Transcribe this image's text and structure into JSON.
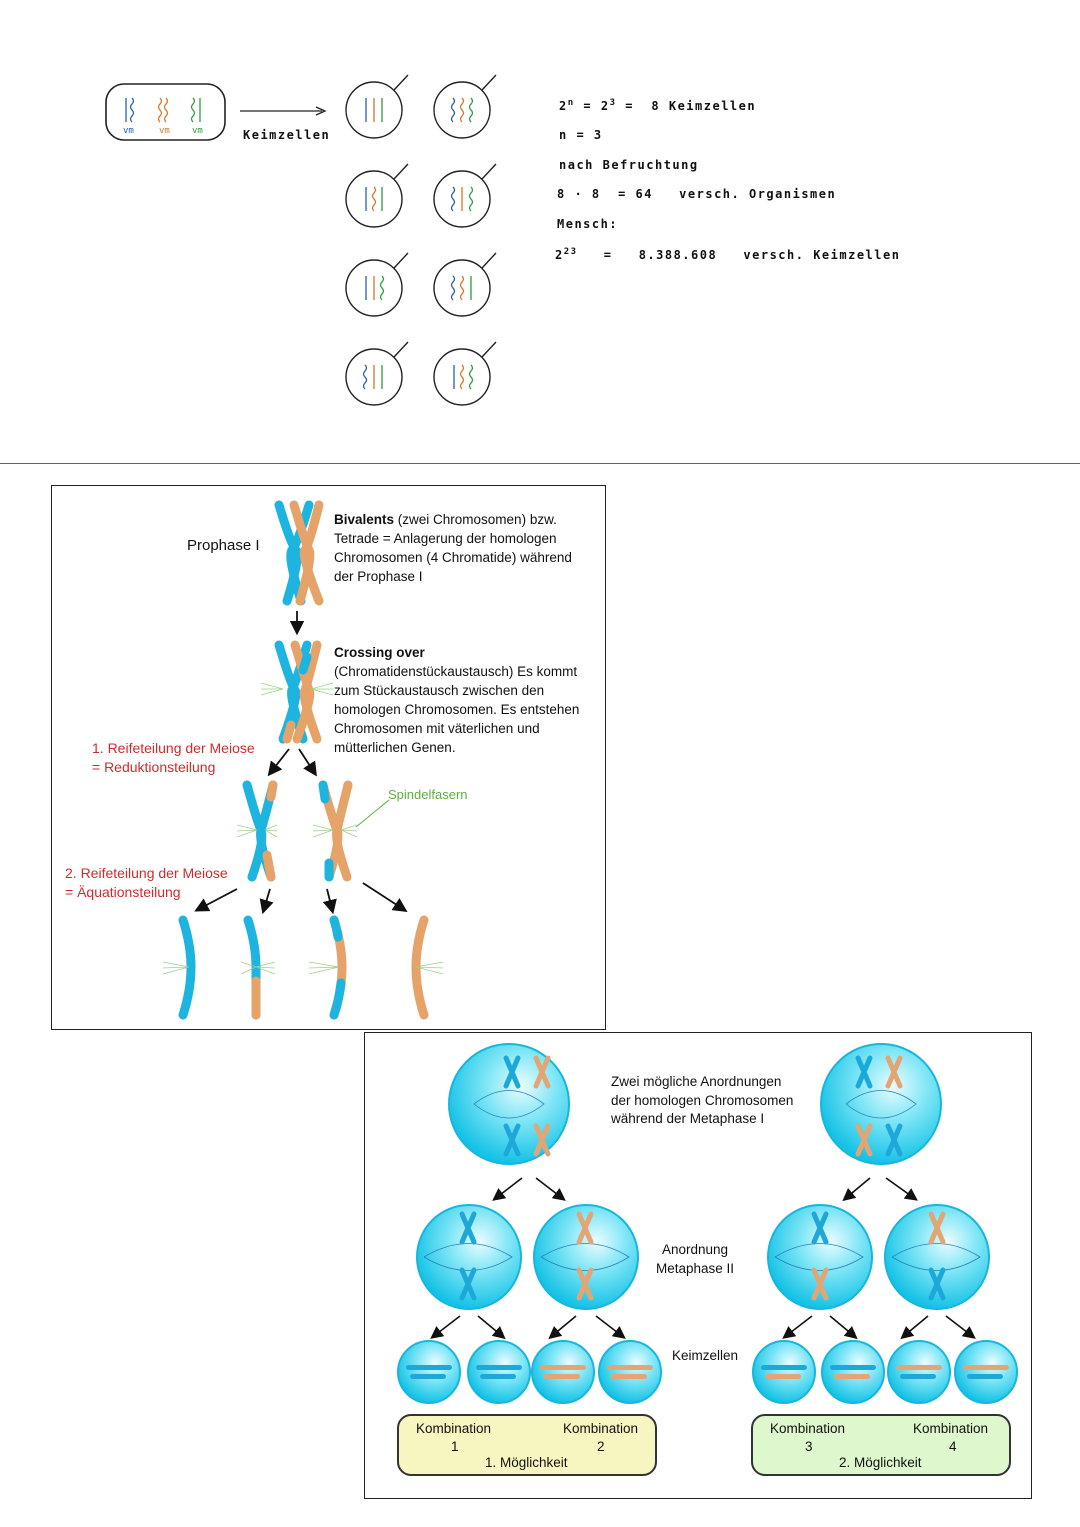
{
  "top": {
    "cell_labels": [
      "vm",
      "vm",
      "vm"
    ],
    "arrow_label": "Keimzellen",
    "formula": {
      "base_exp": "n",
      "base_exp_value": "3",
      "equals_text": "8 Keimzellen",
      "n_line": "n = 3",
      "after_fert": "nach Befruchtung",
      "mult_left": "8 · 8",
      "mult_right": "= 64",
      "mult_text": "versch. Organismen",
      "human": "Mensch:",
      "human_exp": "23",
      "human_eq": "=",
      "human_value": "8.388.608",
      "human_text": "versch. Keimzellen",
      "two": "2"
    },
    "colors": {
      "blue": "#2a5db0",
      "orange": "#d2782a",
      "green": "#2f9a3c"
    }
  },
  "meiosis": {
    "prophase_label": "Prophase I",
    "bivalents_title": "Bivalents",
    "bivalents_text_1": " (zwei Chromosomen) bzw.",
    "bivalents_text_2": "Tetrade = Anlagerung der homologen",
    "bivalents_text_3": "Chromosomen (4 Chromatide) während",
    "bivalents_text_4": "der Prophase I",
    "crossing_title": "Crossing over",
    "crossing_lines": [
      "(Chromatidenstückaustausch) Es kommt",
      "zum Stückaustausch zwischen den",
      "homologen Chromosomen. Es entstehen",
      "Chromosomen mit väterlichen und",
      "mütterlichen Genen."
    ],
    "first_division_1": "1. Reifeteilung der Meiose",
    "first_division_2": "= Reduktionsteilung",
    "spindle_label": "Spindelfasern",
    "second_division_1": "2. Reifeteilung der Meiose",
    "second_division_2": "= Äquationsteilung",
    "colors": {
      "cyan": "#1eb4e0",
      "orange": "#e5a36a",
      "red": "#d42a2a",
      "green": "#5fae3e"
    }
  },
  "metaphase": {
    "intro_lines": [
      "Zwei mögliche Anordnungen",
      "der homologen Chromosomen",
      "während der Metaphase I"
    ],
    "meta2_lines": [
      "Anordnung",
      "Metaphase II"
    ],
    "gametes_label": "Keimzellen",
    "combo_left": {
      "k1": "Kombination",
      "n1": "1",
      "k2": "Kombination",
      "n2": "2",
      "caption": "1. Möglichkeit",
      "color": "#f7f5c0"
    },
    "combo_right": {
      "k1": "Kombination",
      "n1": "3",
      "k2": "Kombination",
      "n2": "4",
      "caption": "2. Möglichkeit",
      "color": "#dff7cc"
    }
  }
}
